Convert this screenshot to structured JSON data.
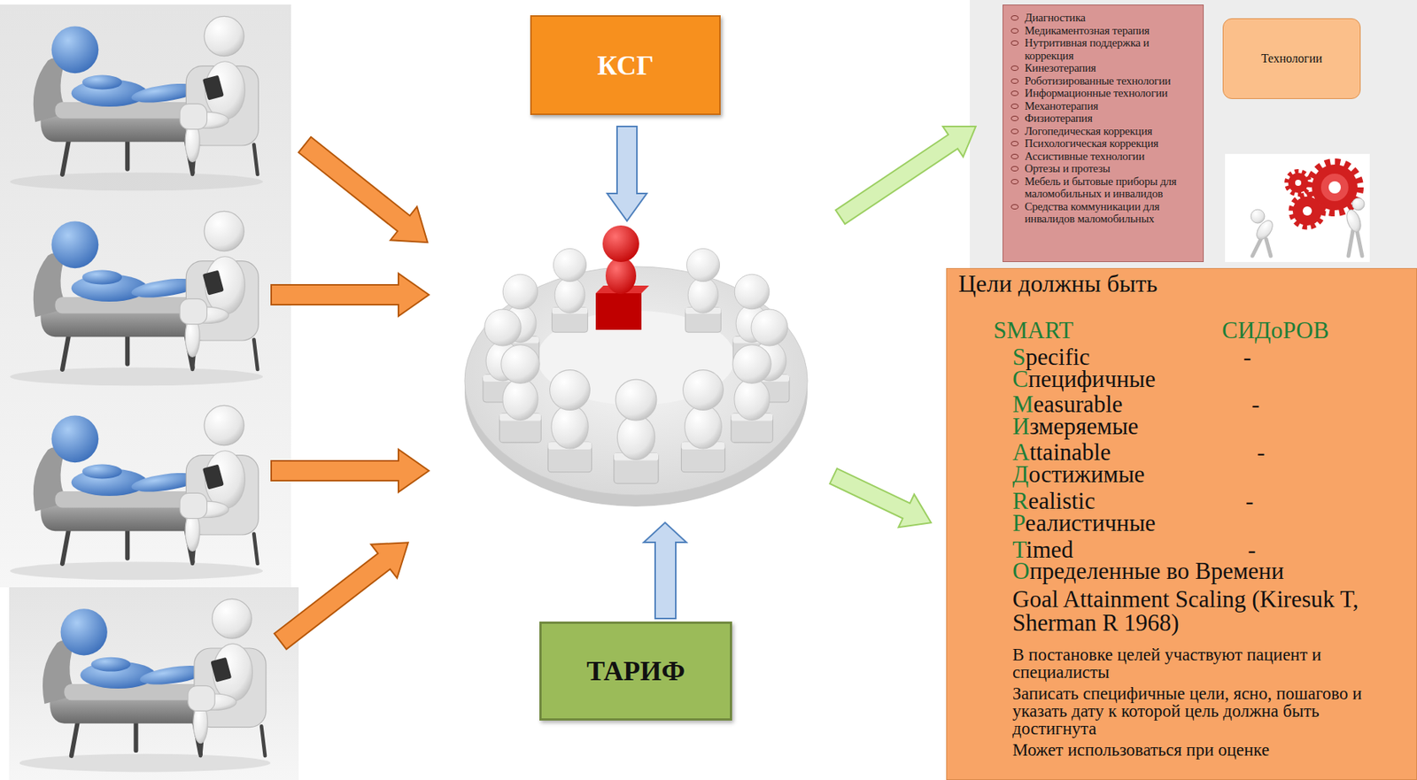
{
  "diagram": {
    "nodes": [
      {
        "text": [
          "КСГ"
        ]
      },
      {
        "text": [
          "Диагностика",
          "Медикаментозная терапия",
          "Нутритивная поддержка и коррекция",
          "Кинезотерапия",
          "Роботизированные технологии",
          "Информационные технологии",
          "Механотерапия",
          "Физиотерапия",
          "Логопедическая коррекция",
          "Психологическая коррекция",
          "Ассистивные технологии",
          "Ортезы и протезы",
          "Мебель и бытовые приборы для маломобильных и инвалидов",
          "Средства коммуникации для инвалидов маломобильных"
        ]
      },
      {
        "text": [
          "Технологии"
        ]
      },
      {
        "text": [
          "Цели должны быть",
          "SMART",
          "СИДоРОВ",
          "Specific",
          "-",
          "Специфичные",
          "Measurable",
          "-",
          "Измеряемые",
          "Attainable",
          "-",
          "Достижимые",
          "Realistic",
          "-",
          "Реалистичные",
          "Timed",
          "-",
          "Определенные во Времени",
          "Goal Attainment Scaling (Kiresuk T, Sherman R 1968)",
          "В постановке целей участвуют пациент и специалисты",
          "Записать специфичные цели, ясно, пошагово и указать дату к которой цель должна быть достигнута",
          "Может использоваться при оценке"
        ]
      },
      {
        "text": [
          "ТАРИФ"
        ]
      }
    ]
  }
}
